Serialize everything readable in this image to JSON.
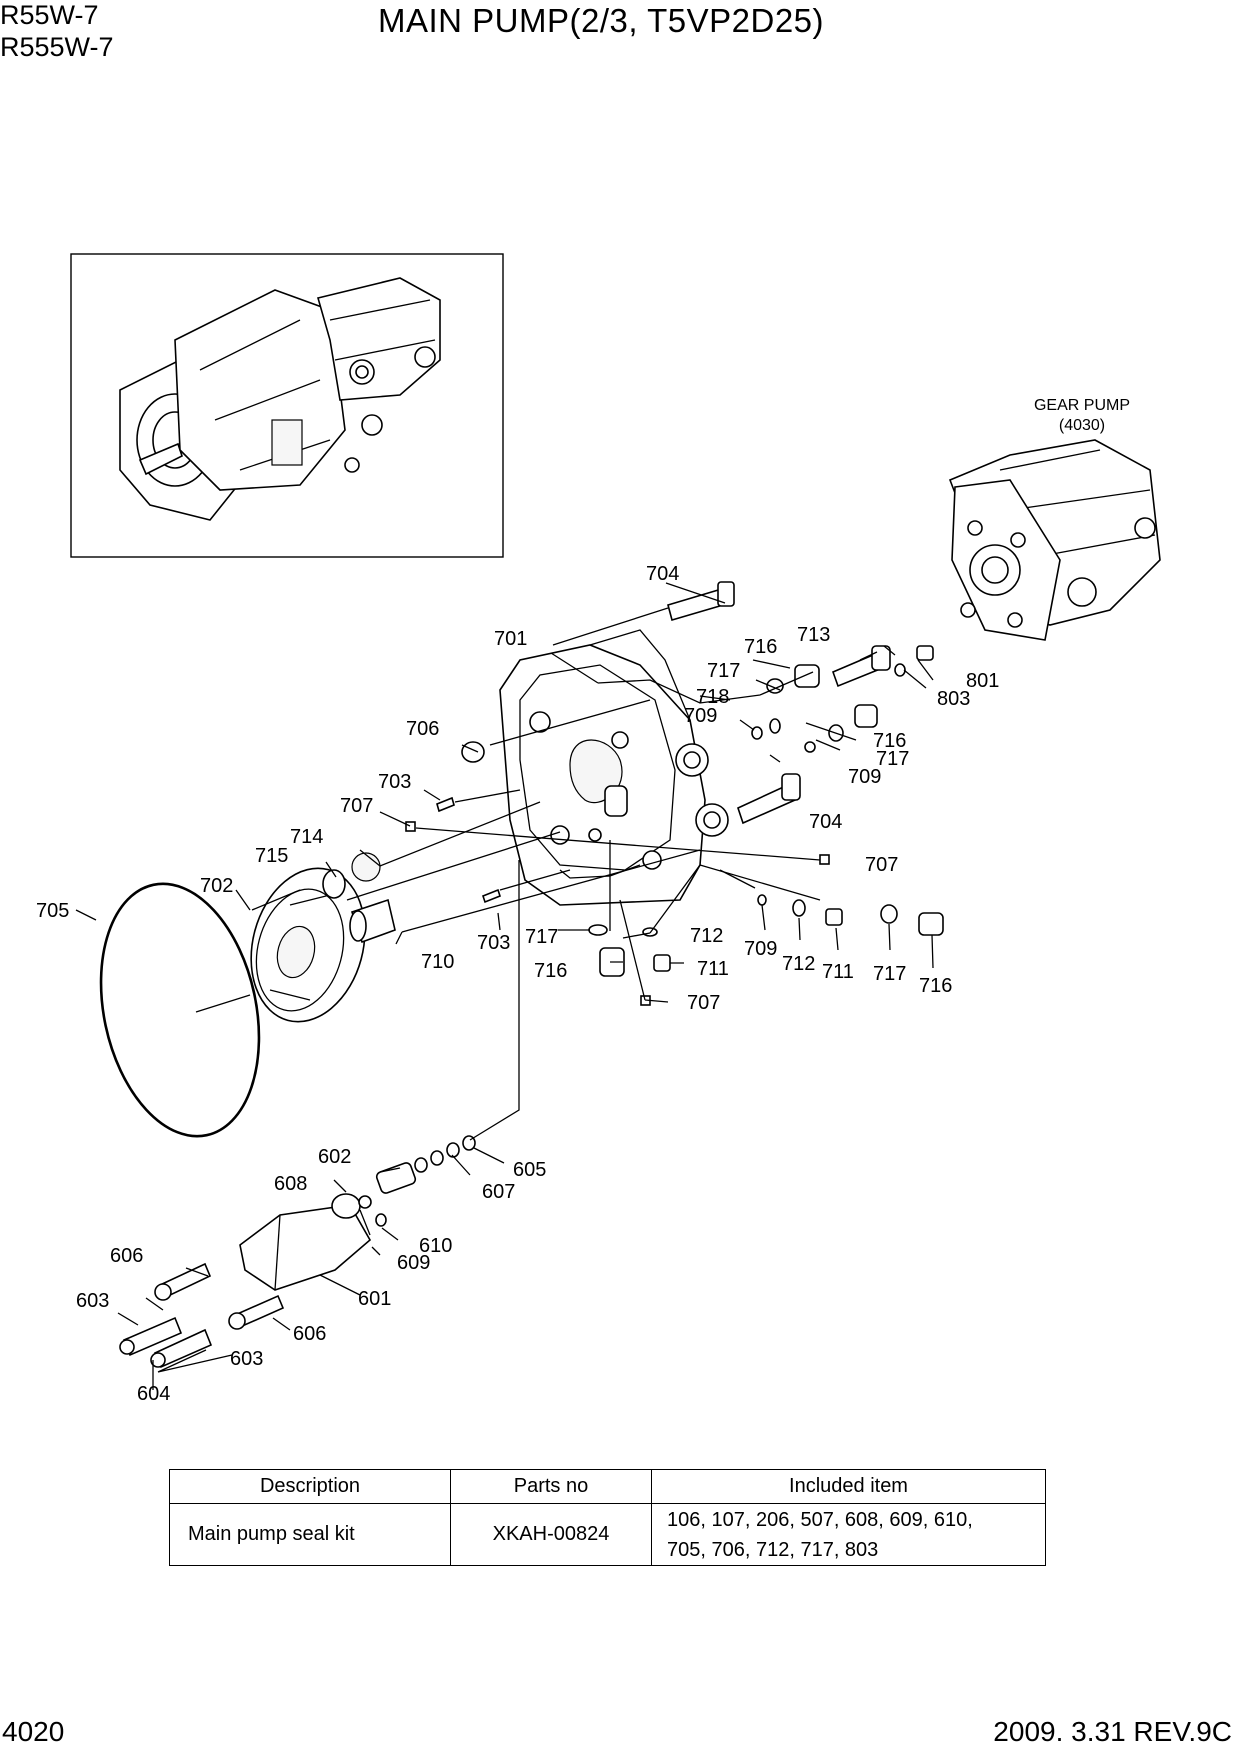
{
  "header": {
    "model_line1": "R55W-7",
    "model_line2": "R555W-7",
    "title": "MAIN PUMP(2/3, T5VP2D25)"
  },
  "footer": {
    "page_number": "4020",
    "revision": "2009. 3.31  REV.9C"
  },
  "diagram": {
    "gear_pump_label": "GEAR PUMP",
    "gear_pump_ref": "(4030)",
    "callouts": {
      "c704a": "704",
      "c701": "701",
      "c716a": "716",
      "c713": "713",
      "c717a": "717",
      "c801": "801",
      "c803": "803",
      "c718": "718",
      "c709a": "709",
      "c706": "706",
      "c716b": "716",
      "c717b": "717",
      "c709b": "709",
      "c703a": "703",
      "c707a": "707",
      "c704b": "704",
      "c714": "714",
      "c715": "715",
      "c707b": "707",
      "c702": "702",
      "c705": "705",
      "c710": "710",
      "c703b": "703",
      "c717c": "717",
      "c712a": "712",
      "c709c": "709",
      "c712b": "712",
      "c711a": "711",
      "c717d": "717",
      "c716c": "716",
      "c716d": "716",
      "c711b": "711",
      "c707c": "707",
      "c602": "602",
      "c605": "605",
      "c608": "608",
      "c607": "607",
      "c610": "610",
      "c609": "609",
      "c606a": "606",
      "c601": "601",
      "c603a": "603",
      "c606b": "606",
      "c603b": "603",
      "c604": "604"
    }
  },
  "kit_table": {
    "headers": [
      "Description",
      "Parts no",
      "Included item"
    ],
    "rows": [
      {
        "description": "Main pump seal kit",
        "parts_no": "XKAH-00824",
        "included_line1": "106, 107, 206, 507, 608, 609, 610,",
        "included_line2": "705, 706, 712, 717, 803"
      }
    ]
  }
}
